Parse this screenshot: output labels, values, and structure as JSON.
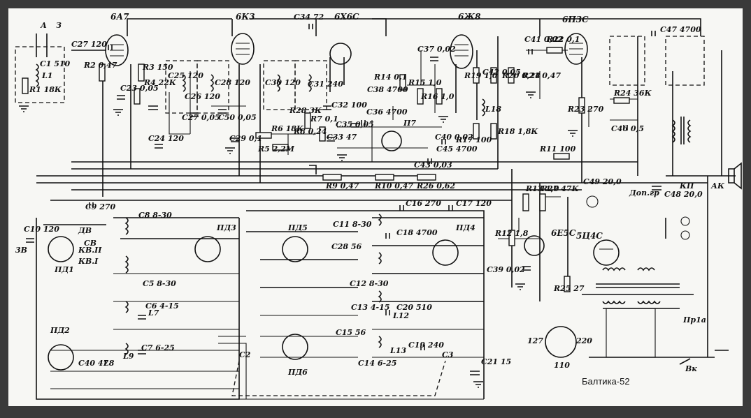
{
  "caption": "Балтика-52",
  "tubes": [
    "6А7",
    "6К3",
    "6Х6С",
    "6Ж8",
    "6П3С",
    "6Е5С",
    "5Ц4С"
  ],
  "switches": [
    "ПД1",
    "ПД2",
    "ПД3",
    "ПД4",
    "ПД5",
    "ПД6",
    "П7",
    "Пр1а",
    "Вк"
  ],
  "component_labels": [
    "C27 120",
    "C9 270",
    "C10 120",
    "C1 510",
    "L1",
    "R1 18К",
    "R2 0,47",
    "C23 0,05",
    "R3 150",
    "R4 22К",
    "C24 120",
    "C25 120",
    "C26 120",
    "C27 0,05",
    "C50 0,05",
    "C28 120",
    "C29 0,1",
    "C34 72",
    "C30 120",
    "C31 240",
    "C32 100",
    "C33 47",
    "R5 2,2М",
    "R6 18К",
    "R7 0,1",
    "R8 0,24",
    "R28 3К",
    "C35 0,05",
    "C36 4700",
    "C37 0,02",
    "R14 0,1",
    "R15 1,0",
    "R16 1,0",
    "C38 4700",
    "C40 0,02",
    "C45 4700",
    "R17 100",
    "R18 1,8К",
    "L18",
    "C41 0,02",
    "R22 0,1",
    "R20 0,24",
    "R21 0,47",
    "R23 270",
    "C42 0,05",
    "R19 1,0",
    "C47 4700",
    "R24 36К",
    "C46 0,5",
    "R11 100",
    "C43 0,03",
    "R9 0,47",
    "R10 0,47",
    "R26 0,62",
    "C49 20,0",
    "C48 20,0",
    "Доп.гр",
    "КП",
    "АК",
    "R13 1,0",
    "R27 47К",
    "R12 1,8",
    "C39 0,02",
    "R25 27",
    "C11 8-30",
    "C16 270",
    "C17 120",
    "C18 4700",
    "C28 56",
    "C12 8-30",
    "C13 4-15",
    "C20 510",
    "C15 56",
    "C14 6-25",
    "C19 240",
    "C21 15",
    "C2",
    "C3",
    "L13",
    "L12",
    "C5 8-30",
    "C8 8-30",
    "C6 4-15",
    "C7 6-25",
    "C40 47",
    "L7",
    "L8",
    "L9",
    "КВ.II",
    "КВ.I",
    "СВ",
    "ДВ",
    "3В",
    "127",
    "220",
    "110",
    "А",
    "З"
  ]
}
